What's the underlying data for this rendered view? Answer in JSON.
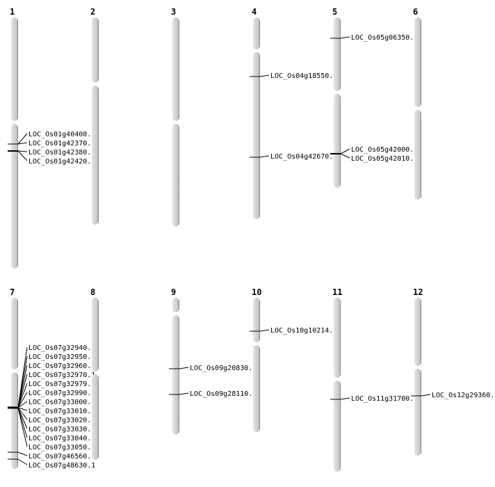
{
  "chromosomes": [
    {
      "label": "1",
      "genes": [
        "LOC_Os01g40400.1",
        "LOC_Os01g42370.1",
        "LOC_Os01g42380.1",
        "LOC_Os01g42420.1"
      ]
    },
    {
      "label": "2",
      "genes": []
    },
    {
      "label": "3",
      "genes": []
    },
    {
      "label": "4",
      "genes": [
        "LOC_Os04g18550.1",
        "LOC_Os04g42670.1"
      ]
    },
    {
      "label": "5",
      "genes": [
        "LOC_Os05g06350.1",
        "LOC_Os05g42000.1",
        "LOC_Os05g42010.1"
      ]
    },
    {
      "label": "6",
      "genes": []
    },
    {
      "label": "7",
      "genes": [
        "LOC_Os07g32940.1",
        "LOC_Os07g32950.1",
        "LOC_Os07g32960.1",
        "LOC_Os07g32970.1",
        "LOC_Os07g32979.1",
        "LOC_Os07g32990.1",
        "LOC_Os07g33000.1",
        "LOC_Os07g33010.1",
        "LOC_Os07g33020.1",
        "LOC_Os07g33030.1",
        "LOC_Os07g33040.1",
        "LOC_Os07g33050.1",
        "LOC_Os07g46560.1",
        "LOC_Os07g48630.1"
      ]
    },
    {
      "label": "8",
      "genes": []
    },
    {
      "label": "9",
      "genes": [
        "LOC_Os09g20830.1",
        "LOC_Os09g28110.1"
      ]
    },
    {
      "label": "10",
      "genes": [
        "LOC_Os10g10214.1"
      ]
    },
    {
      "label": "11",
      "genes": [
        "LOC_Os11g31700.1"
      ]
    },
    {
      "label": "12",
      "genes": [
        "LOC_Os12g29360.1"
      ]
    }
  ]
}
